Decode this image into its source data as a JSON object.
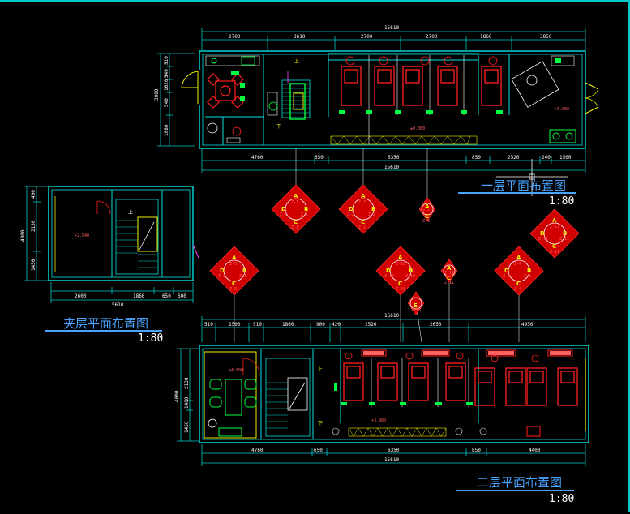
{
  "plans": {
    "first_floor": {
      "title": "一层平面布置图",
      "scale": "1:80"
    },
    "mezzanine": {
      "title": "夹层平面布置图",
      "scale": "1:80"
    },
    "second_floor": {
      "title": "二层平面布置图",
      "scale": "1:80"
    }
  },
  "dims": {
    "f1_top": [
      "2700",
      "3610",
      "2700",
      "2700",
      "1860",
      "3850"
    ],
    "f1_top_total": "15610",
    "f1_bottom": [
      "4760",
      "650",
      "6350",
      "850",
      "2520",
      "240",
      "1500"
    ],
    "f1_bottom_total": "15610",
    "f1_left": [
      "510",
      "540",
      "1620",
      "540",
      "1080"
    ],
    "f1_left_total": "3000",
    "mz_left": [
      "400",
      "2130",
      "1450"
    ],
    "mz_left_total": "4000",
    "mz_bottom": [
      "2600",
      "1860",
      "650",
      "600"
    ],
    "mz_bottom_total": "5610",
    "f2_top": [
      "510",
      "1500",
      "510",
      "1860",
      "900",
      "420",
      "2520",
      "2650",
      "4950"
    ],
    "f2_top_total": "15610",
    "f2_bottom": [
      "4760",
      "650",
      "6350",
      "850",
      "4400"
    ],
    "f2_bottom_total": "15610",
    "f2_left": [
      "2130",
      "1400",
      "1450"
    ],
    "f2_left_total": "4000"
  },
  "levels": {
    "f1": [
      "±0.000",
      "+0.000"
    ],
    "mz": "+2.940",
    "f2": [
      "+4.000",
      "+3.980"
    ]
  },
  "room_labels": {
    "stair_up": "上",
    "stair_down": "下"
  },
  "detail_markers": [
    {
      "id": "m1",
      "tags": [
        "A",
        "B",
        "C",
        "D"
      ],
      "sub": "Z-1"
    },
    {
      "id": "m2",
      "tags": [
        "A",
        "B",
        "C",
        "D"
      ],
      "sub": "Z-2"
    },
    {
      "id": "m3",
      "tags": [
        "A",
        "C"
      ],
      "sub": "Z-3"
    },
    {
      "id": "m4",
      "tags": [
        "A",
        "B",
        "C",
        "D"
      ],
      "sub": "Z-11"
    },
    {
      "id": "m5",
      "tags": [
        "A",
        "B",
        "C",
        "D"
      ],
      "sub": "Z-3"
    },
    {
      "id": "m6",
      "tags": [
        "A",
        "B",
        "C",
        "D"
      ],
      "sub": "Z-10"
    },
    {
      "id": "m7",
      "tags": [
        "E"
      ],
      "sub": "Z-13"
    },
    {
      "id": "m8",
      "tags": [
        "A",
        "C"
      ],
      "sub": "Z-11"
    },
    {
      "id": "m9",
      "tags": [
        "A",
        "B",
        "C",
        "D"
      ],
      "sub": "Z-4"
    }
  ],
  "colors": {
    "walls": "#00e0e0",
    "dim_lines": "#00c8c8",
    "furniture": "#ff2020",
    "green": "#00ff40",
    "yellow": "#f0f000",
    "title_blue": "#4aa3ff",
    "marker_red": "#e00000"
  }
}
